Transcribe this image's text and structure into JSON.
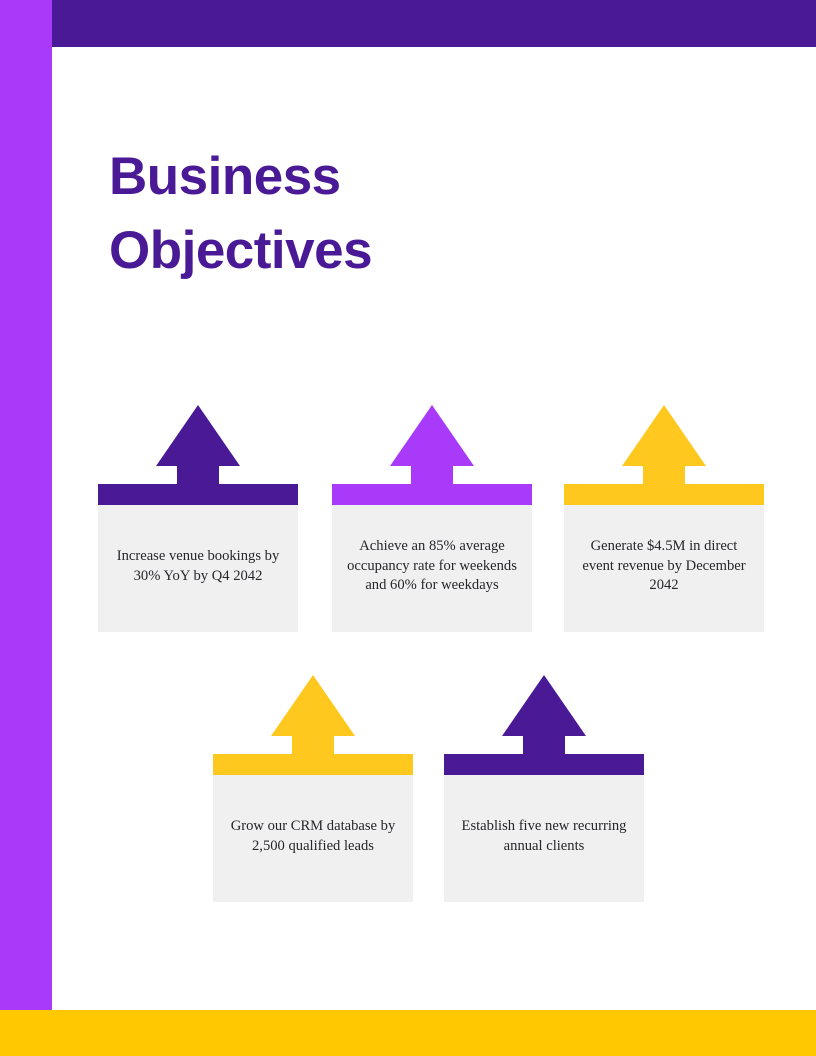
{
  "slide": {
    "title": "Business\nObjectives",
    "colors": {
      "dark_purple": "#4a1a96",
      "bright_purple": "#a93afa",
      "yellow": "#ffc800",
      "card_gray": "#f0f0f0",
      "text_dark": "#26262b",
      "background": "#ffffff"
    },
    "decoration": {
      "side_stripe_color": "#a93afa",
      "top_bar_color": "#4a1a96",
      "bottom_bar_color": "#ffc800"
    },
    "objectives": [
      {
        "text": "Increase venue bookings by 30% YoY by Q4 2042",
        "color": "#4a1a96",
        "accent_name": "dark-purple"
      },
      {
        "text": "Achieve an 85% average occupancy rate for weekends and 60% for weekdays",
        "color": "#a93afa",
        "accent_name": "bright-purple"
      },
      {
        "text": "Generate $4.5M in direct event revenue by December 2042",
        "color": "#ffc81e",
        "accent_name": "yellow"
      },
      {
        "text": "Grow our CRM database by 2,500 qualified leads",
        "color": "#ffc81e",
        "accent_name": "yellow"
      },
      {
        "text": "Establish five new recurring annual clients",
        "color": "#4a1a96",
        "accent_name": "dark-purple"
      }
    ]
  }
}
